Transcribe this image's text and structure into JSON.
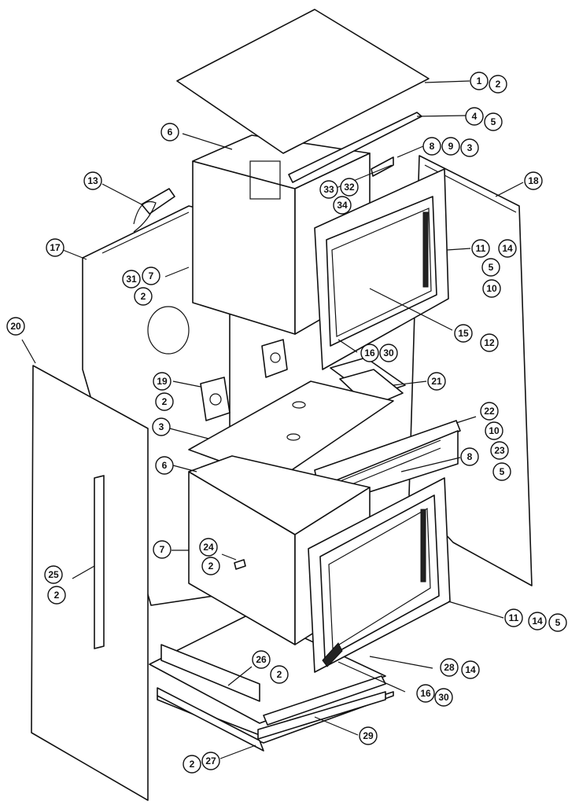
{
  "callouts": [
    {
      "id": "c-1",
      "label": "1"
    },
    {
      "id": "c-2a",
      "label": "2"
    },
    {
      "id": "c-4",
      "label": "4"
    },
    {
      "id": "c-5a",
      "label": "5"
    },
    {
      "id": "c-6a",
      "label": "6"
    },
    {
      "id": "c-8a",
      "label": "8"
    },
    {
      "id": "c-9",
      "label": "9"
    },
    {
      "id": "c-3a",
      "label": "3"
    },
    {
      "id": "c-13",
      "label": "13"
    },
    {
      "id": "c-32",
      "label": "32"
    },
    {
      "id": "c-33",
      "label": "33"
    },
    {
      "id": "c-34",
      "label": "34"
    },
    {
      "id": "c-18",
      "label": "18"
    },
    {
      "id": "c-17",
      "label": "17"
    },
    {
      "id": "c-11a",
      "label": "11"
    },
    {
      "id": "c-14a",
      "label": "14"
    },
    {
      "id": "c-5b",
      "label": "5"
    },
    {
      "id": "c-10a",
      "label": "10"
    },
    {
      "id": "c-31",
      "label": "31"
    },
    {
      "id": "c-7a",
      "label": "7"
    },
    {
      "id": "c-2b",
      "label": "2"
    },
    {
      "id": "c-20",
      "label": "20"
    },
    {
      "id": "c-15",
      "label": "15"
    },
    {
      "id": "c-12",
      "label": "12"
    },
    {
      "id": "c-16a",
      "label": "16"
    },
    {
      "id": "c-30a",
      "label": "30"
    },
    {
      "id": "c-19",
      "label": "19"
    },
    {
      "id": "c-2c",
      "label": "2"
    },
    {
      "id": "c-21",
      "label": "21"
    },
    {
      "id": "c-3b",
      "label": "3"
    },
    {
      "id": "c-22",
      "label": "22"
    },
    {
      "id": "c-10b",
      "label": "10"
    },
    {
      "id": "c-23",
      "label": "23"
    },
    {
      "id": "c-5c",
      "label": "5"
    },
    {
      "id": "c-6b",
      "label": "6"
    },
    {
      "id": "c-8b",
      "label": "8"
    },
    {
      "id": "c-7b",
      "label": "7"
    },
    {
      "id": "c-24",
      "label": "24"
    },
    {
      "id": "c-2d",
      "label": "2"
    },
    {
      "id": "c-25",
      "label": "25"
    },
    {
      "id": "c-2e",
      "label": "2"
    },
    {
      "id": "c-11b",
      "label": "11"
    },
    {
      "id": "c-14b",
      "label": "14"
    },
    {
      "id": "c-5d",
      "label": "5"
    },
    {
      "id": "c-26",
      "label": "26"
    },
    {
      "id": "c-2f",
      "label": "2"
    },
    {
      "id": "c-28",
      "label": "28"
    },
    {
      "id": "c-14c",
      "label": "14"
    },
    {
      "id": "c-16b",
      "label": "16"
    },
    {
      "id": "c-30b",
      "label": "30"
    },
    {
      "id": "c-29",
      "label": "29"
    },
    {
      "id": "c-2g",
      "label": "2"
    },
    {
      "id": "c-27",
      "label": "27"
    }
  ]
}
